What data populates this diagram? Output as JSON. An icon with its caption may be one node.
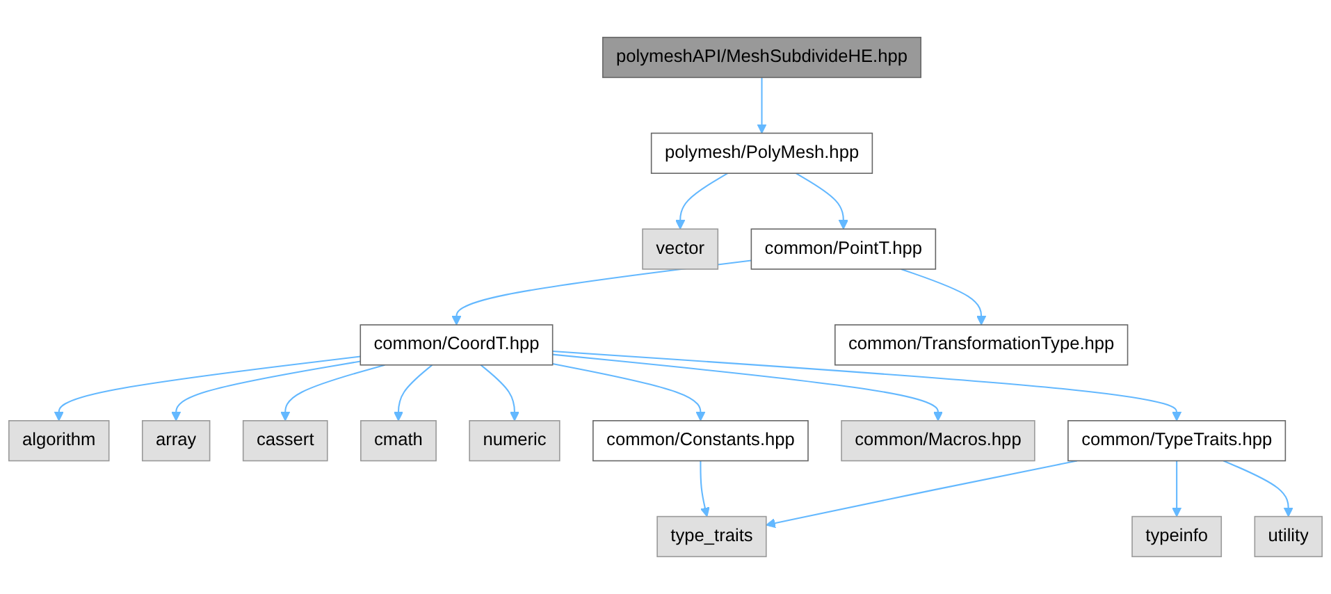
{
  "diagram": {
    "nodes": [
      {
        "text": [
          "polymeshAPI/MeshSubdivideHE.hpp"
        ]
      },
      {
        "text": [
          "polymesh/PolyMesh.hpp"
        ]
      },
      {
        "text": [
          "vector"
        ]
      },
      {
        "text": [
          "common/PointT.hpp"
        ]
      },
      {
        "text": [
          "common/CoordT.hpp"
        ]
      },
      {
        "text": [
          "common/TransformationType.hpp"
        ]
      },
      {
        "text": [
          "algorithm"
        ]
      },
      {
        "text": [
          "array"
        ]
      },
      {
        "text": [
          "cassert"
        ]
      },
      {
        "text": [
          "cmath"
        ]
      },
      {
        "text": [
          "numeric"
        ]
      },
      {
        "text": [
          "common/Constants.hpp"
        ]
      },
      {
        "text": [
          "common/Macros.hpp"
        ]
      },
      {
        "text": [
          "common/TypeTraits.hpp"
        ]
      },
      {
        "text": [
          "type_traits"
        ]
      },
      {
        "text": [
          "typeinfo"
        ]
      },
      {
        "text": [
          "utility"
        ]
      }
    ],
    "edges": [
      {
        "from": 0,
        "to": 1,
        "arrow": "to"
      },
      {
        "from": 1,
        "to": 2,
        "arrow": "to"
      },
      {
        "from": 1,
        "to": 3,
        "arrow": "to"
      },
      {
        "from": 3,
        "to": 4,
        "arrow": "to"
      },
      {
        "from": 3,
        "to": 5,
        "arrow": "to"
      },
      {
        "from": 4,
        "to": 6,
        "arrow": "to"
      },
      {
        "from": 4,
        "to": 7,
        "arrow": "to"
      },
      {
        "from": 4,
        "to": 8,
        "arrow": "to"
      },
      {
        "from": 4,
        "to": 9,
        "arrow": "to"
      },
      {
        "from": 4,
        "to": 10,
        "arrow": "to"
      },
      {
        "from": 4,
        "to": 11,
        "arrow": "to"
      },
      {
        "from": 4,
        "to": 12,
        "arrow": "to"
      },
      {
        "from": 4,
        "to": 13,
        "arrow": "to"
      },
      {
        "from": 11,
        "to": 14,
        "arrow": "to"
      },
      {
        "from": 13,
        "to": 14,
        "arrow": "to"
      },
      {
        "from": 13,
        "to": 15,
        "arrow": "to"
      },
      {
        "from": 13,
        "to": 16,
        "arrow": "to"
      }
    ]
  }
}
